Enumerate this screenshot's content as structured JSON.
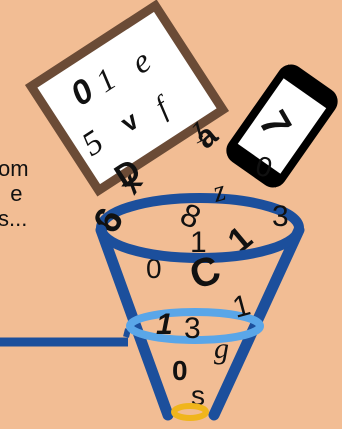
{
  "colors": {
    "background": "#f2bd94",
    "funnel_blue": "#1c4f9c",
    "funnel_light_blue": "#5aa6e8",
    "outlet_gold": "#f0b51c",
    "frame_brown": "#6b4b36",
    "text_dark": "#111111"
  },
  "caption": {
    "line1": "om",
    "line2": "e",
    "line3": "s..."
  },
  "icons": {
    "document": "document-icon",
    "phone": "smartphone-icon",
    "funnel": "funnel-icon"
  },
  "document_chars": [
    "0",
    "1",
    "e",
    "5",
    "v",
    "f",
    "D"
  ],
  "falling_chars": [
    "1",
    "a",
    "7",
    "0",
    "x",
    "z",
    "6",
    "8",
    "3",
    "1",
    "1",
    "0"
  ],
  "funnel_chars": [
    "C",
    "1",
    "1",
    "3",
    "g",
    "0",
    "s"
  ]
}
